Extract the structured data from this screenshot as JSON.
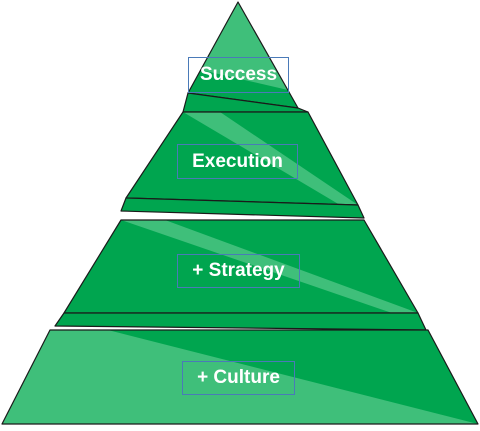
{
  "pyramid": {
    "fill_color": "#00a54f",
    "light_color": "#3fbf7a",
    "edge_color": "#1a1a1a",
    "label_border_color": "#4a7ab8",
    "label_text_color": "#ffffff",
    "levels": [
      {
        "label": "Success"
      },
      {
        "label": "Execution"
      },
      {
        "label": "+ Strategy"
      },
      {
        "label": "+ Culture"
      }
    ]
  }
}
